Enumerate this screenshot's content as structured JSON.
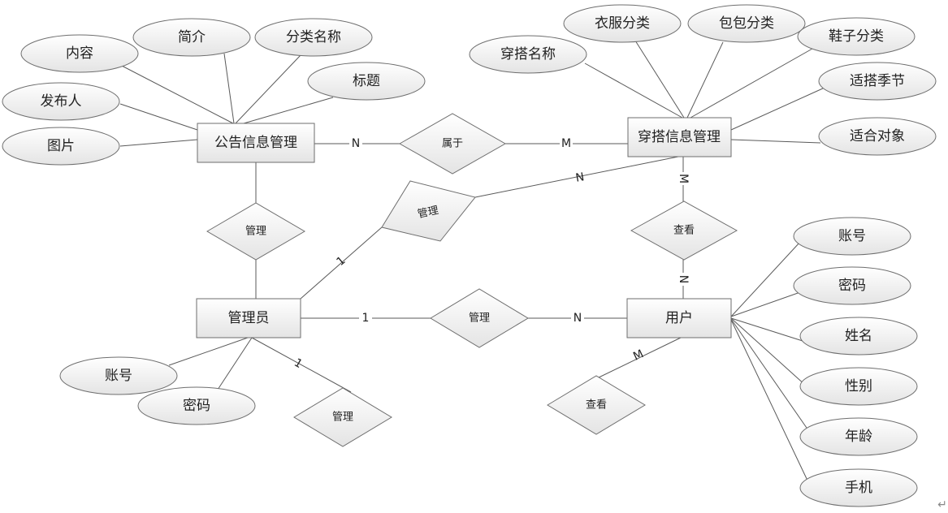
{
  "entities": {
    "notice": "公告信息管理",
    "outfit": "穿搭信息管理",
    "admin": "管理员",
    "user": "用户"
  },
  "relationships": {
    "belongs": "属于",
    "notice_admin": "管理",
    "admin_outfit": "管理",
    "admin_user": "管理",
    "admin_self": "管理",
    "outfit_user": "查看",
    "user_self": "查看"
  },
  "attributes": {
    "notice": [
      "内容",
      "简介",
      "分类名称",
      "标题",
      "发布人",
      "图片"
    ],
    "outfit": [
      "穿搭名称",
      "衣服分类",
      "包包分类",
      "鞋子分类",
      "适搭季节",
      "适合对象"
    ],
    "admin": [
      "账号",
      "密码"
    ],
    "user": [
      "账号",
      "密码",
      "姓名",
      "性别",
      "年龄",
      "手机"
    ]
  },
  "cardinalities": {
    "notice_belongs": "N",
    "outfit_belongs": "M",
    "admin_outfit_admin": "1",
    "admin_outfit_outfit": "N",
    "outfit_view": "M",
    "user_view": "N",
    "admin_user_admin": "1",
    "admin_user_user": "N",
    "admin_self": "1",
    "user_self": "M"
  },
  "colors": {
    "line": "#5a5a5a",
    "shape_stroke": "#6e6e6e",
    "shape_fill_top": "#ffffff",
    "shape_fill_bottom": "#e6e6e6"
  },
  "corner_glyph": "↵"
}
